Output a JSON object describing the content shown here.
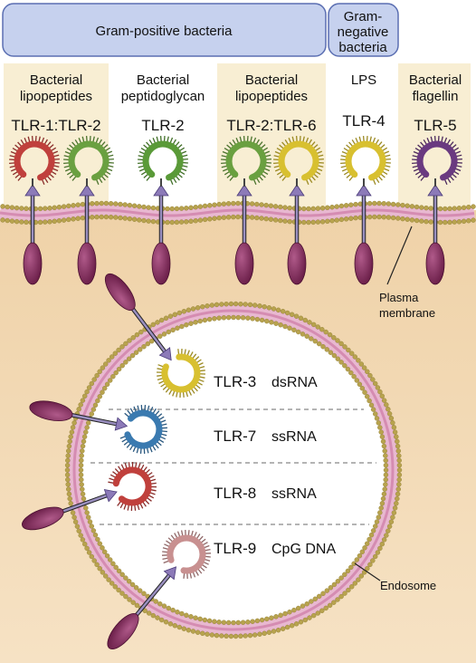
{
  "groups": {
    "gram_positive": "Gram-positive bacteria",
    "gram_negative": [
      "Gram-",
      "negative",
      "bacteria"
    ]
  },
  "surface_receptors": [
    {
      "ligand": [
        "Bacterial",
        "lipopeptides"
      ],
      "receptor": "TLR-1:TLR-2",
      "colors": [
        "#c0403c",
        "#6aa040"
      ]
    },
    {
      "ligand": [
        "Bacterial",
        "peptidoglycan"
      ],
      "receptor": "TLR-2",
      "colors": [
        "#5a9a38"
      ]
    },
    {
      "ligand": [
        "Bacterial",
        "lipopeptides"
      ],
      "receptor": "TLR-2:TLR-6",
      "colors": [
        "#6aa040",
        "#d8c030"
      ]
    },
    {
      "ligand": [
        "LPS"
      ],
      "receptor": "TLR-4",
      "colors": [
        "#d8c030"
      ]
    },
    {
      "ligand": [
        "Bacterial",
        "flagellin"
      ],
      "receptor": "TLR-5",
      "colors": [
        "#6a3a80"
      ]
    }
  ],
  "endosomal_receptors": [
    {
      "receptor": "TLR-3",
      "ligand": "dsRNA",
      "color": "#d8c030"
    },
    {
      "receptor": "TLR-7",
      "ligand": "ssRNA",
      "color": "#3a7ab0"
    },
    {
      "receptor": "TLR-8",
      "ligand": "ssRNA",
      "color": "#c0403c"
    },
    {
      "receptor": "TLR-9",
      "ligand": "CpG DNA",
      "color": "#c89090"
    }
  ],
  "labels": {
    "plasma_membrane": [
      "Plasma",
      "membrane"
    ],
    "endosome": "Endosome"
  }
}
